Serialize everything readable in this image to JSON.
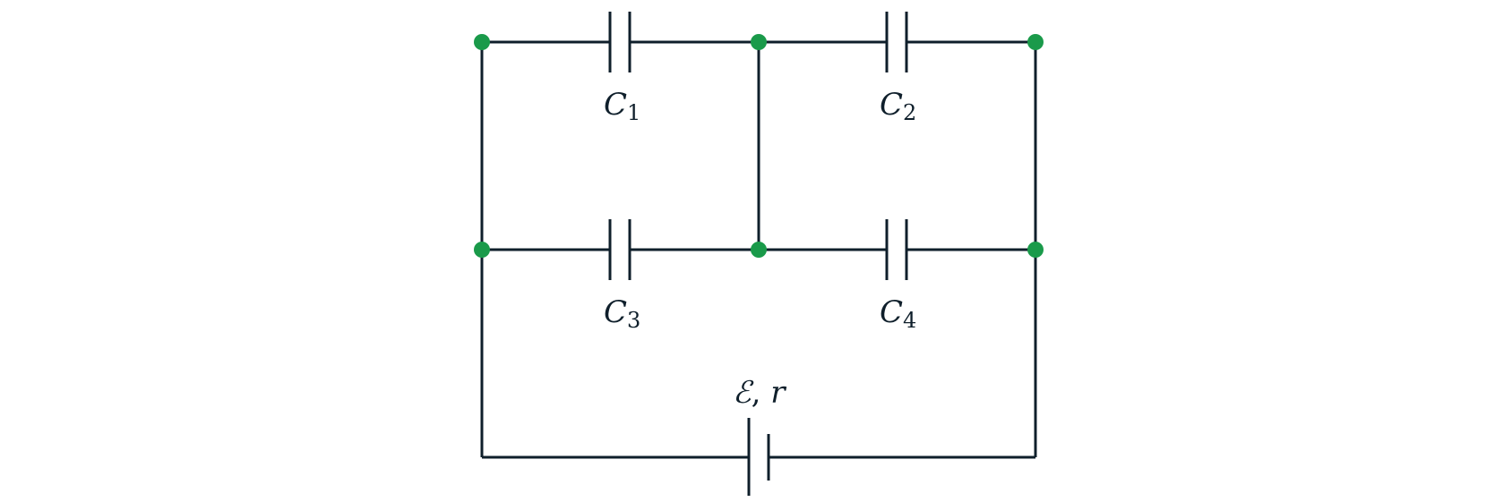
{
  "colors": {
    "wire": "#0f1f2b",
    "node": "#1a9a4a"
  },
  "components": {
    "c1": {
      "symbol": "C",
      "subscript": "1"
    },
    "c2": {
      "symbol": "C",
      "subscript": "2"
    },
    "c3": {
      "symbol": "C",
      "subscript": "3"
    },
    "c4": {
      "symbol": "C",
      "subscript": "4"
    },
    "battery": {
      "emf_symbol": "ℰ",
      "separator": ", ",
      "resistance_symbol": "r"
    }
  }
}
